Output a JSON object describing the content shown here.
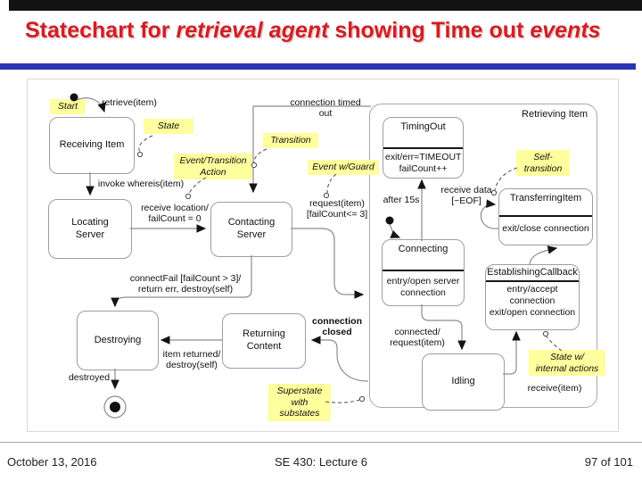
{
  "slide": {
    "title": {
      "part1": "Statechart for ",
      "part2": "retrieval agent",
      "part3": " showing Time out ",
      "part4": "events"
    },
    "footer": {
      "date": "October 13, 2016",
      "course": "SE 430: Lecture 6",
      "page": "97 of 101"
    },
    "colors": {
      "title_red": "#cc2027",
      "rule_blue": "#2a35b4",
      "annotation_yellow": "#ffff9e",
      "top_bar": "#121212"
    }
  },
  "diagram": {
    "superstate_label": "Retrieving Item",
    "states": {
      "receiving_item": "Receiving Item",
      "locating_server": "Locating\nServer",
      "contacting_server": "Contacting\nServer",
      "destroying": "Destroying",
      "returning_content": "Returning\nContent",
      "idling": "Idling",
      "timing_out": {
        "title": "TimingOut",
        "body": "exit/err=TIMEOUT\nfailCount++"
      },
      "connecting": {
        "title": "Connecting",
        "body": "entry/open server\nconnection"
      },
      "transferring_item": {
        "title": "TransferringItem",
        "body": "exit/close connection"
      },
      "establishing_callback": {
        "title": "EstablishingCallback",
        "body": "entry/accept\nconnection\nexit/open connection"
      }
    },
    "transitions": {
      "retrieve": "retrieve(item)",
      "invoke_whereis": "invoke whereis(item)",
      "receive_location": "receive location/\nfailCount = 0",
      "request_item": "request(item)\n[failCount<= 3]",
      "connection_timed_out": "connection timed\nout",
      "after_15s": "after 15s",
      "receive_data": "receive data\n[~EOF]",
      "connected": "connected/\nrequest(item)",
      "receive_item": "receive(item)",
      "connection_closed": "connection\nclosed",
      "item_returned": "item returned/\ndestroy(self)",
      "connect_fail": "connectFail [failCount > 3]/\nreturn err, destroy(self)",
      "destroyed": "destroyed"
    },
    "annotations": {
      "start": "Start",
      "state": "State",
      "event_transition_action": "Event/Transition\nAction",
      "transition": "Transition",
      "event_w_guard": "Event w/Guard",
      "self_transition": "Self-\ntransition",
      "state_w_internal_actions": "State w/\ninternal actions",
      "superstate_with_substates": "Superstate\nwith\nsubstates"
    }
  }
}
